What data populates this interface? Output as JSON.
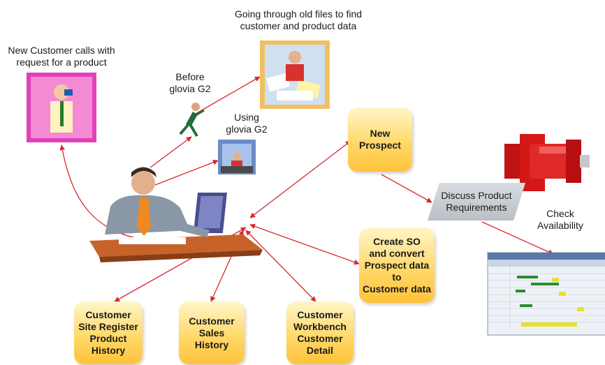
{
  "labels": {
    "old_files": "Going through old files to find\ncustomer and product data",
    "new_customer": "New Customer calls with\nrequest for a product",
    "before": "Before\nglovia G2",
    "using": "Using\nglovia G2",
    "check": "Check\nAvailability"
  },
  "boxes": {
    "new_prospect": "New\nProspect",
    "discuss": "Discuss Product\nRequirements",
    "create_so": "Create SO\nand convert\nProspect data\nto\nCustomer data",
    "site_register": "Customer\nSite Register\nProduct\nHistory",
    "sales_history": "Customer\nSales\nHistory",
    "workbench": "Customer\nWorkbench\nCustomer\nDetail"
  },
  "colors": {
    "arrow": "#d7282f",
    "box_fill": "#ffd96a",
    "pump": "#d41818"
  }
}
